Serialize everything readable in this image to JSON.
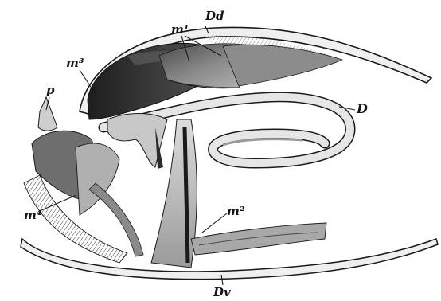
{
  "figure": {
    "labels": {
      "m1": "m¹",
      "dd": "Dd",
      "m3": "m³",
      "p": "p",
      "d": "D",
      "m4": "m⁴",
      "m2": "m²",
      "dv": "Dv"
    },
    "colors": {
      "background": "#ffffff",
      "ink": "#1a1a1a",
      "shade_dark": "#2a2a2a",
      "shade_mid": "#6e6e6e",
      "shade_light": "#bdbdbd",
      "tissue_fill": "#d2d2d2"
    }
  }
}
